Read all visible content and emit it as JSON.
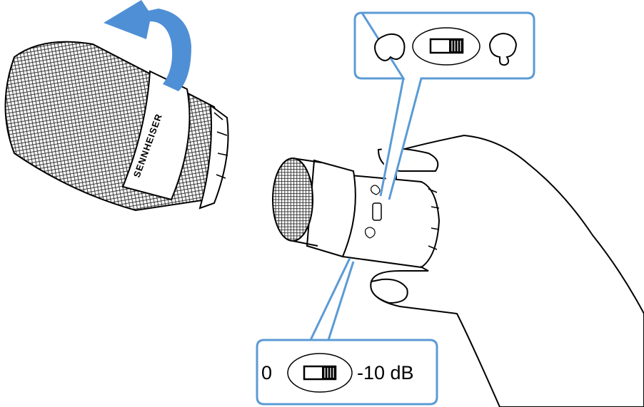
{
  "illustration": {
    "brand_text": "SENNHEISER",
    "arrow_color": "#4f8fd6",
    "callout_color": "#5b9bd5"
  },
  "pickup_pattern_callout": {
    "left_icon": "cardioid-pattern-icon",
    "switch_icon": "slide-switch-icon",
    "right_icon": "supercardioid-pattern-icon"
  },
  "attenuation_callout": {
    "left_label": "0",
    "switch_icon": "slide-switch-icon",
    "right_label": "-10 dB"
  }
}
